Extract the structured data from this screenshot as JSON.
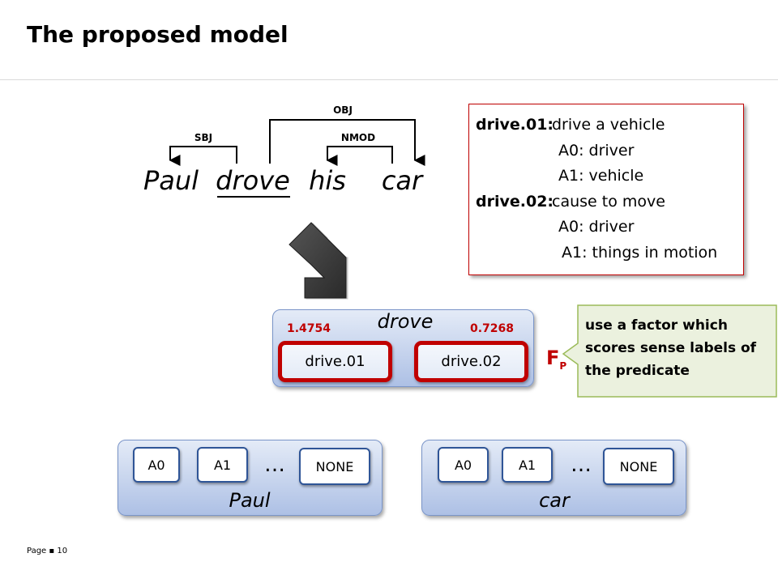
{
  "slide": {
    "title": "The proposed model"
  },
  "sentence": {
    "words": [
      "Paul",
      "drove",
      "his",
      "car"
    ],
    "dependencies": [
      {
        "label": "SBJ",
        "head": "drove",
        "dependent": "Paul"
      },
      {
        "label": "OBJ",
        "head": "drove",
        "dependent": "car"
      },
      {
        "label": "NMOD",
        "head": "car",
        "dependent": "his"
      }
    ]
  },
  "sense_definitions": [
    {
      "sense": "drive.01:",
      "gloss": "drive a vehicle",
      "roles": [
        "A0: driver",
        "A1: vehicle"
      ]
    },
    {
      "sense": "drive.02:",
      "gloss": "cause to move",
      "roles": [
        "A0: driver",
        "A1: things in motion"
      ]
    }
  ],
  "predicate": {
    "word": "drove",
    "senses": [
      "drive.01",
      "drive.02"
    ],
    "scores": [
      "1.4754",
      "0.7268"
    ],
    "factor_label": "F",
    "factor_subscript": "P"
  },
  "callout": {
    "text": "use a factor which scores sense labels of the predicate"
  },
  "arguments": [
    {
      "word": "Paul",
      "roles": [
        "A0",
        "A1",
        "NONE"
      ],
      "ellipsis": "…"
    },
    {
      "word": "car",
      "roles": [
        "A0",
        "A1",
        "NONE"
      ],
      "ellipsis": "…"
    }
  ],
  "colors": {
    "accent_red": "#c00000",
    "node_blue": "#2f5597",
    "callout_green": "#9bbb59"
  },
  "footer": {
    "page_label": "Page ▪ 10"
  }
}
